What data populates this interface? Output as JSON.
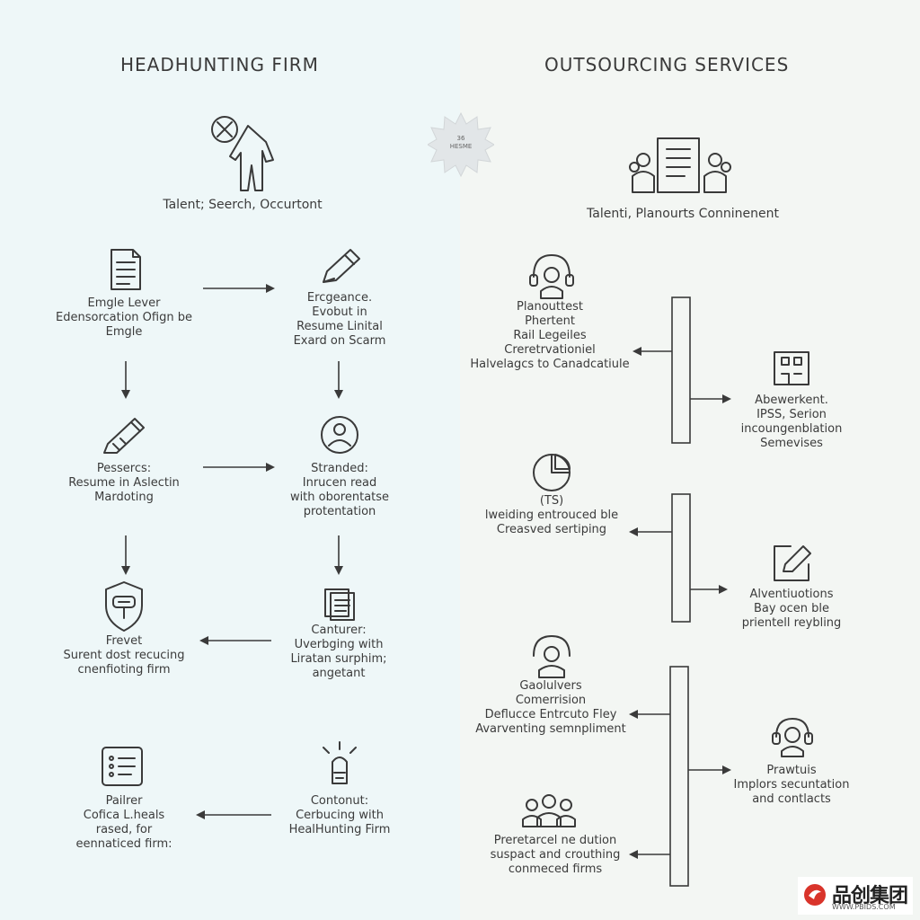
{
  "colors": {
    "left_bg": "#eef7f8",
    "right_bg": "#f3f6f3",
    "ink": "#3a3a3a",
    "logo_red": "#d9342b"
  },
  "left": {
    "title": "HEADHUNTING FIRM",
    "hero_icon": "person-search-icon",
    "hero_label": "Talent; Seerch, Occurtont",
    "steps": [
      {
        "icon": "document-icon",
        "label": "Emgle Lever\nEdensorcation Ofign be\nEmgle"
      },
      {
        "icon": "pencil-icon",
        "label": "Ercgeance.\nEvobut in\nResume Linital\nExard on Scarm"
      },
      {
        "icon": "marker-icon",
        "label": "Pessercs:\nResume in Aslectin\nMardoting"
      },
      {
        "icon": "portrait-icon",
        "label": "Stranded:\nInrucen read\nwith oborentatse\nprotentation"
      },
      {
        "icon": "shield-icon",
        "label": "Frevet\nSurent dost recucing\ncnenfioting firm"
      },
      {
        "icon": "notes-icon",
        "label": "Canturer:\nUverbging with\nLiratan surphim;\nangetant"
      },
      {
        "icon": "checklist-icon",
        "label": "Pailrer\nCofica L.heals\nrased, for\neennaticed firm:"
      },
      {
        "icon": "lightbulb-icon",
        "label": "Contonut:\nCerbucing with\nHealHunting Firm"
      }
    ]
  },
  "right": {
    "title": "OUTSOURCING SERVICES",
    "hero_icon": "team-document-icon",
    "hero_label": "Talenti, Planourts Conninenent",
    "items": [
      {
        "icon": "headset-person-icon",
        "label": "Planouttest\nPhertent\nRail Legeiles\nCreretrvationiel\nHalvelagcs to Canadcatiule"
      },
      {
        "icon": "building-icon",
        "label": "Abewerkent.\nIPSS, Serion\nincoungenblation\nSemevises"
      },
      {
        "icon": "pie-chart-icon",
        "label": "(TS)\nlweiding entrouced ble\nCreasved sertiping"
      },
      {
        "icon": "edit-square-icon",
        "label": "Alventiuotions\nBay ocen ble\nprientell reybling"
      },
      {
        "icon": "user-headset-icon",
        "label": "Gaolulvers\nComerrision\nDeflucce Entrcuto Fley\nAvarventing semnpliment"
      },
      {
        "icon": "support-agent-icon",
        "label": "Prawtuis\nImplors secuntation\nand contlacts"
      },
      {
        "icon": "group-icon",
        "label": "Preretarcel ne dution\nsuspact and crouthing\nconmeced firms"
      }
    ]
  },
  "badge": {
    "text": "36\nHESME"
  },
  "watermark": {
    "icon": "brand-logo-icon",
    "name": "品创集团",
    "url": "WWW.PBIDS.COM"
  }
}
